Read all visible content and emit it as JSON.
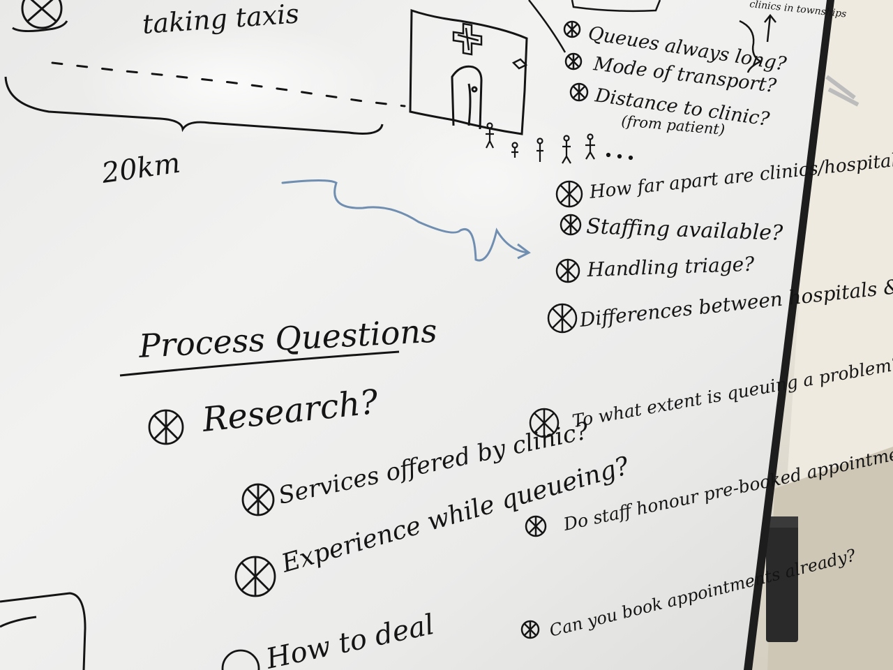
{
  "board": {
    "top_left": {
      "note": "taking taxis",
      "distance": "20km"
    },
    "clinic_questions": [
      "Queues always long?",
      "Mode of transport?",
      "Distance to clinic?"
    ],
    "clinic_subnote": "(from patient)",
    "townships_note": "clinics in townships",
    "access_questions": [
      "How far apart are clinics/hospitals?",
      "Staffing available?",
      "Handling triage?",
      "Differences between hospitals & clinics"
    ],
    "process_heading": "Process Questions",
    "process_items": [
      "Research?",
      "Services offered by clinic?",
      "Experience while queueing?",
      "How to deal"
    ],
    "queue_questions": [
      "To what extent is queuing a problem?",
      "Do staff honour pre-booked appointments?",
      "Can you book appointments already?"
    ]
  },
  "colors": {
    "board": "#eeeeec",
    "ink": "#141414",
    "blue_ink": "#6f8eb0",
    "frame": "#1d1d1d",
    "wall": "#e4e0d6"
  }
}
